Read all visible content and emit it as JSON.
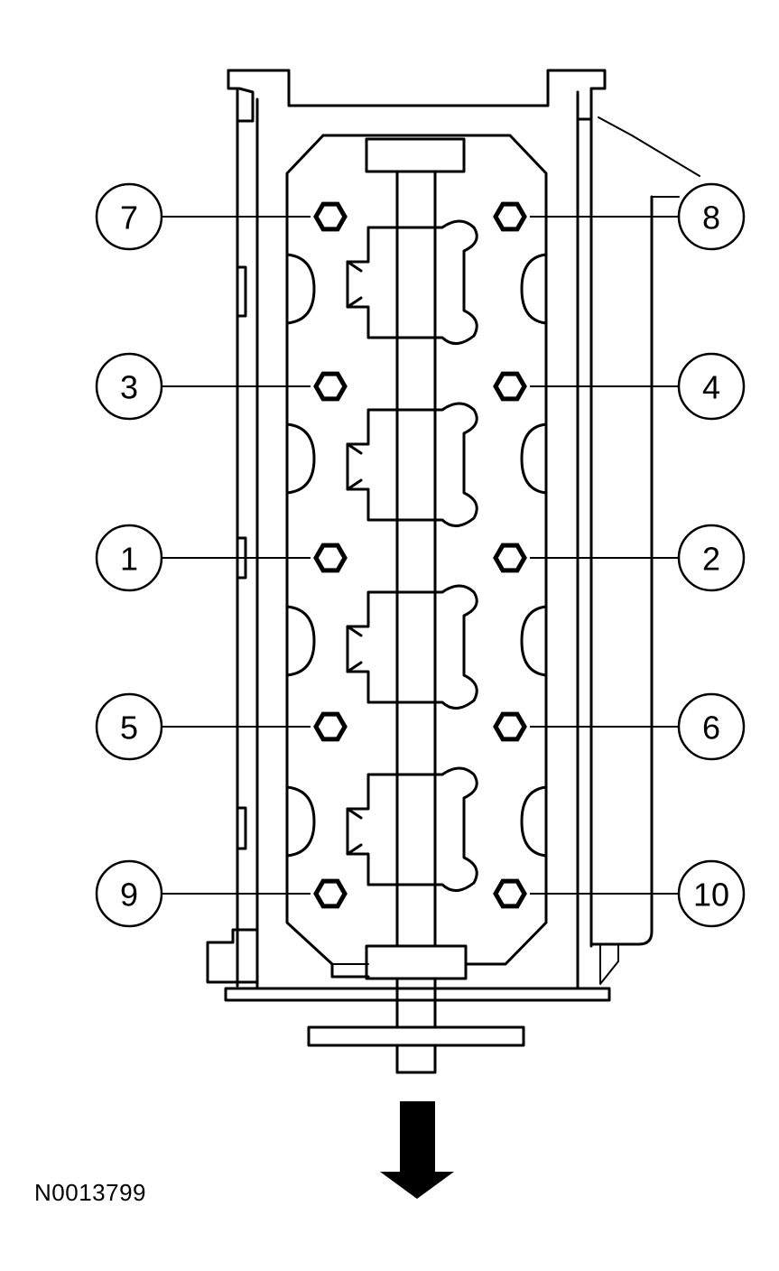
{
  "figure_id": "N0013799",
  "bolts": [
    {
      "label": "7",
      "side": "left",
      "row": 0
    },
    {
      "label": "8",
      "side": "right",
      "row": 0
    },
    {
      "label": "3",
      "side": "left",
      "row": 1
    },
    {
      "label": "4",
      "side": "right",
      "row": 1
    },
    {
      "label": "1",
      "side": "left",
      "row": 2
    },
    {
      "label": "2",
      "side": "right",
      "row": 2
    },
    {
      "label": "5",
      "side": "left",
      "row": 3
    },
    {
      "label": "6",
      "side": "right",
      "row": 3
    },
    {
      "label": "9",
      "side": "left",
      "row": 4
    },
    {
      "label": "10",
      "side": "right",
      "row": 4
    }
  ],
  "direction_arrow": "down-arrow-icon"
}
